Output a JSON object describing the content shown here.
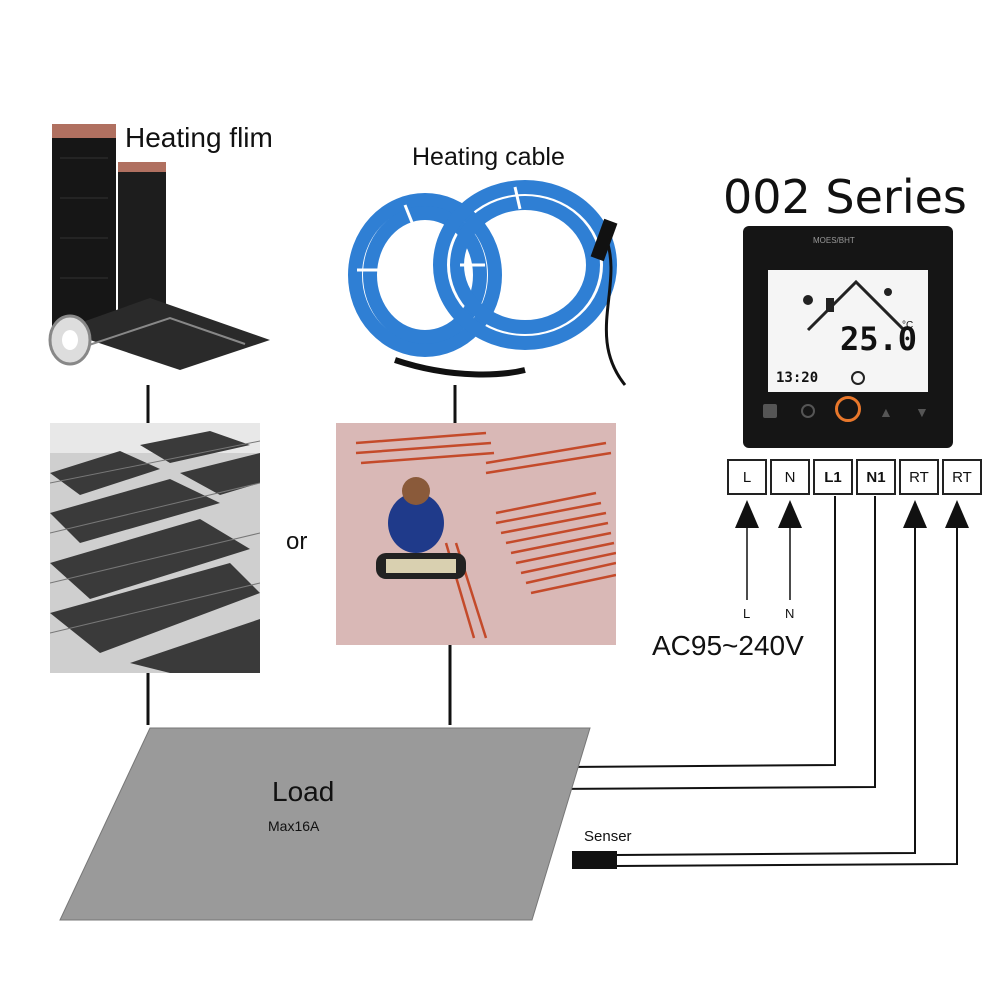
{
  "labels": {
    "heating_film": "Heating flim",
    "heating_cable": "Heating cable",
    "series_title": "002 Series",
    "or": "or",
    "load": "Load",
    "load_max": "Max16A",
    "sensor": "Senser",
    "voltage": "AC95~240V",
    "wire_l": "L",
    "wire_n": "N"
  },
  "terminals": [
    "L",
    "N",
    "L1",
    "N1",
    "RT",
    "RT"
  ],
  "thermostat": {
    "brand": "MOES/BHT",
    "temperature": "25.0",
    "unit": "°C",
    "time": "13:20"
  },
  "colors": {
    "cable_blue": "#2f7fd4",
    "load_gray": "#9a9a9a",
    "thermostat_black": "#151515",
    "knob_orange": "#e8772b"
  }
}
